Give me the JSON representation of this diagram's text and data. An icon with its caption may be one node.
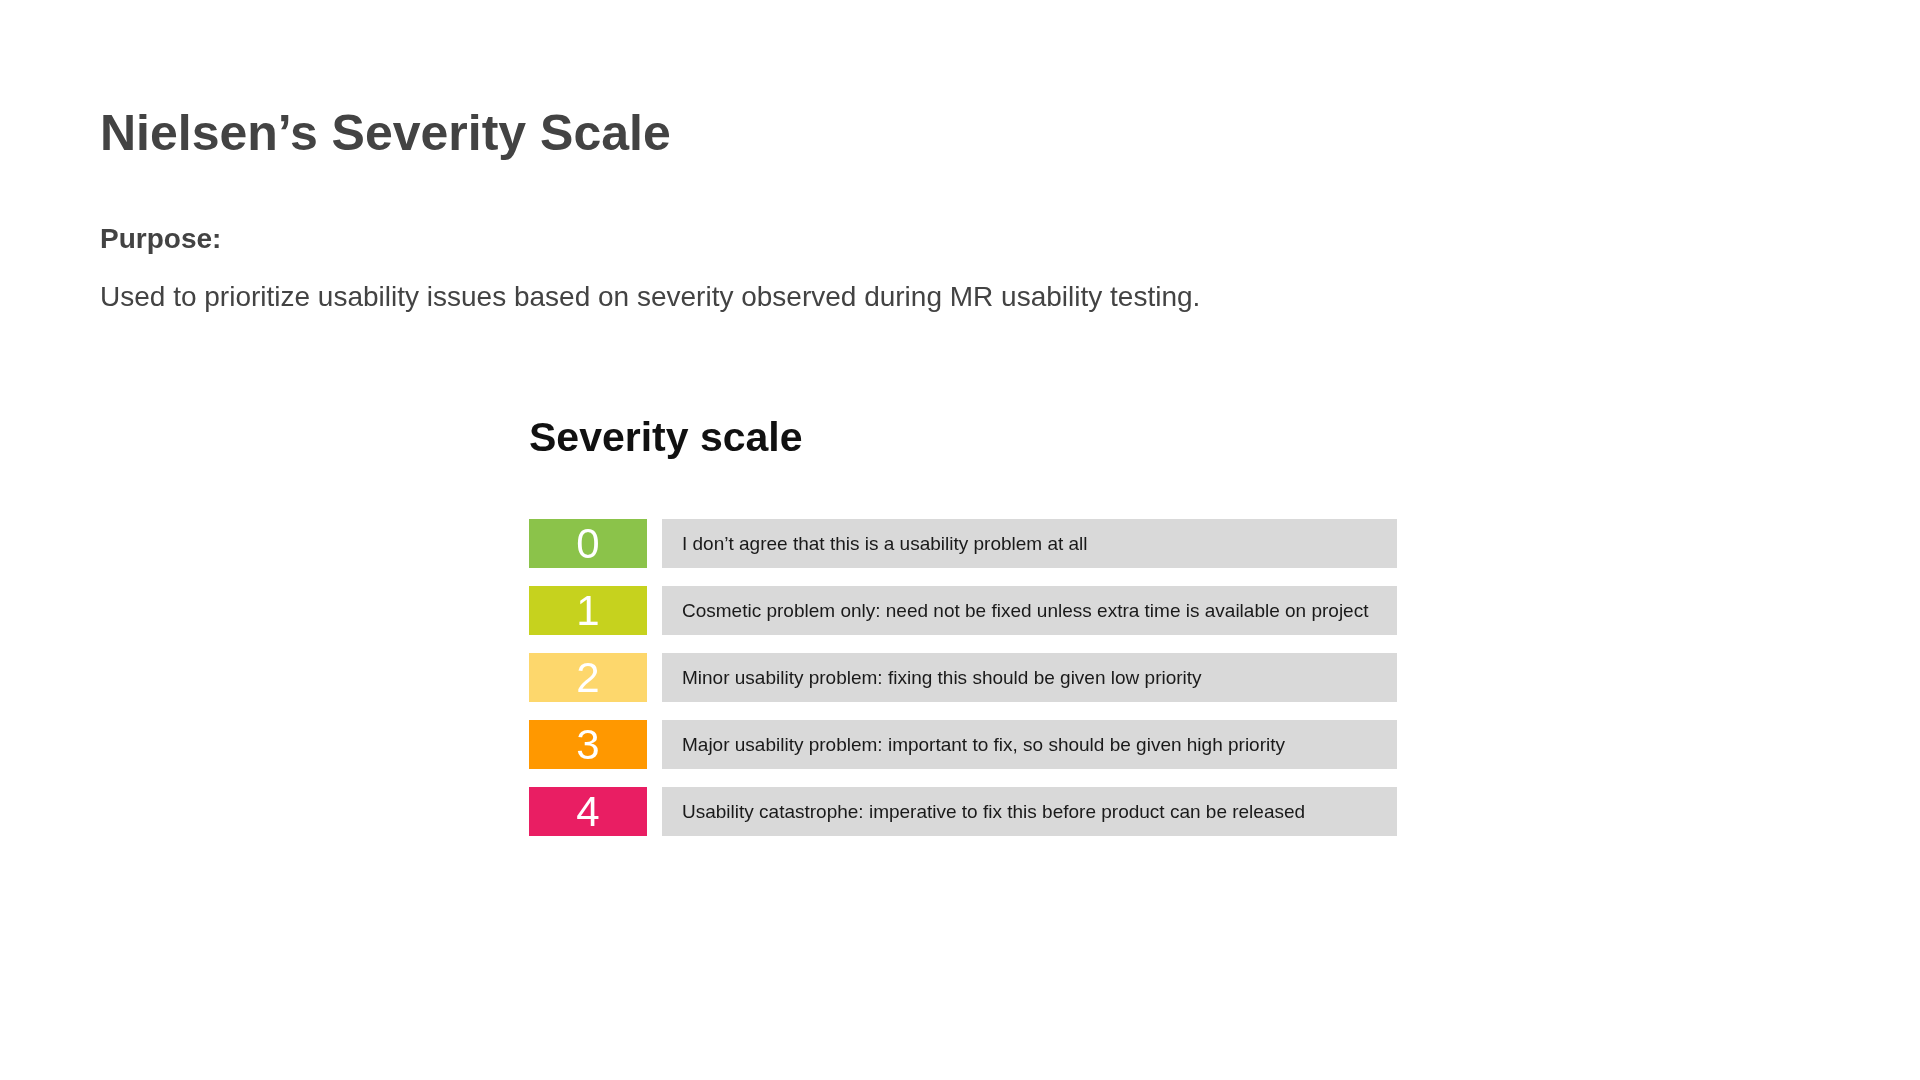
{
  "diagram": {
    "title": "Nielsen’s Severity Scale",
    "nodes": [
      {
        "text": [
          "0"
        ]
      },
      {
        "text": [
          "I don’t agree that this is a usability problem at all"
        ]
      },
      {
        "text": [
          "1"
        ]
      },
      {
        "text": [
          "Cosmetic problem only: need not be fixed unless extra time is available on project"
        ]
      },
      {
        "text": [
          "2"
        ]
      },
      {
        "text": [
          "Minor usability problem: fixing this should be given low priority"
        ]
      },
      {
        "text": [
          "3"
        ]
      },
      {
        "text": [
          "Major usability problem: important to fix, so should be given high priority"
        ]
      },
      {
        "text": [
          "4"
        ]
      },
      {
        "text": [
          "Usability catastrophe: imperative to fix this before product can be released"
        ]
      }
    ],
    "labels": [
      "Purpose:",
      "Used to prioritize usability issues based on severity observed during MR usability testing.",
      "Severity scale"
    ]
  }
}
